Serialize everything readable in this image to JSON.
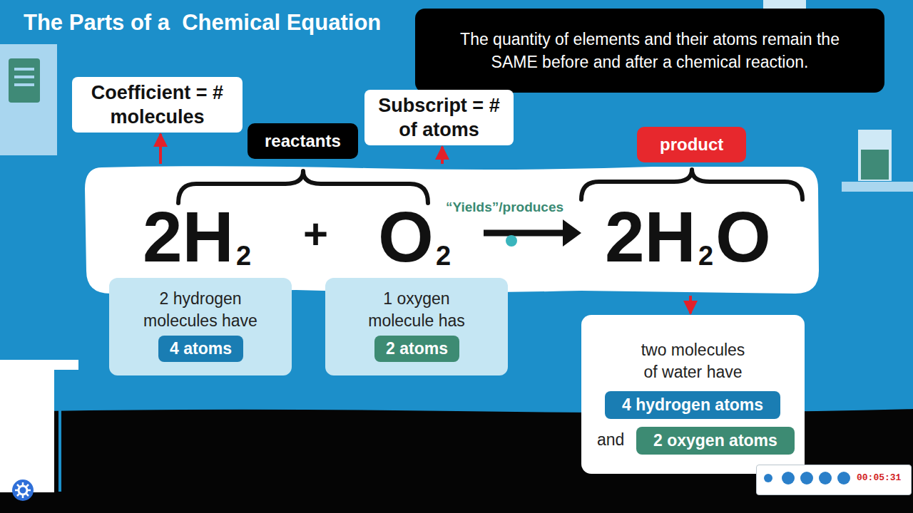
{
  "diagram": {
    "title": "The Parts of a  Chemical Equation",
    "nodes": [
      {
        "text": [
          "The quantity of elements and their atoms remain the SAME before and after a chemical reaction."
        ]
      },
      {
        "text": [
          "Coefficient = # molecules"
        ]
      },
      {
        "text": [
          "Subscript = # of atoms"
        ]
      },
      {
        "text": [
          "reactants"
        ]
      },
      {
        "text": [
          "product"
        ]
      },
      {
        "text": [
          "2H",
          "2",
          "+",
          "O",
          "2",
          "“Yields”/produces",
          "2H",
          "2",
          "O"
        ]
      },
      {
        "text": [
          "2 hydrogen molecules have"
        ]
      },
      {
        "text": [
          "4 atoms"
        ],
        "in": 6
      },
      {
        "text": [
          "1 oxygen molecule has"
        ]
      },
      {
        "text": [
          "2 atoms"
        ],
        "in": 8
      },
      {
        "text": [
          "two molecules of water have",
          "and"
        ]
      },
      {
        "text": [
          "4 hydrogen atoms"
        ],
        "in": 10
      },
      {
        "text": [
          "2 oxygen atoms"
        ],
        "in": 10
      },
      {
        "text": [
          "00:05:31"
        ]
      }
    ],
    "edges": [
      {
        "from": 5,
        "to": 1,
        "arrow": "to"
      },
      {
        "from": 5,
        "to": 2,
        "arrow": "to"
      },
      {
        "from": 5,
        "to": 10,
        "arrow": "to"
      }
    ]
  }
}
